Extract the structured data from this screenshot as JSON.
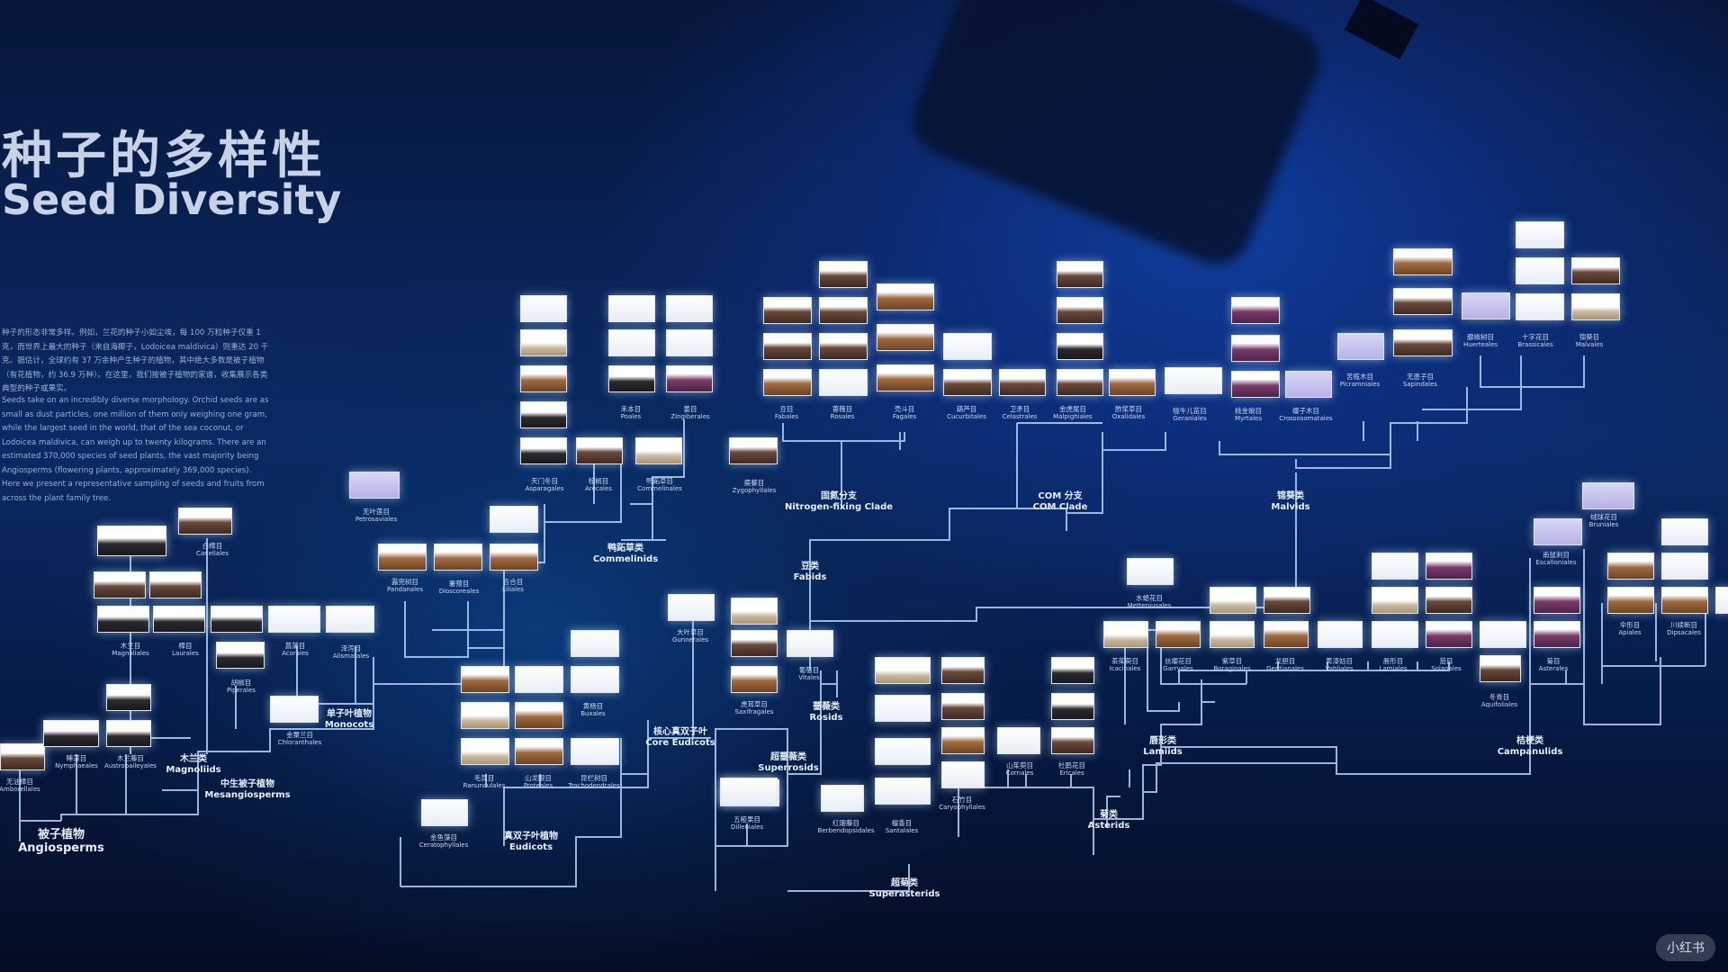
{
  "title": {
    "cn": "种子的多样性",
    "en": "Seed Diversity"
  },
  "intro": {
    "cn": "种子的形态非常多样。例如，兰花的种子小如尘埃，每 100 万粒种子仅重 1 克，而世界上最大的种子（来自海椰子，Lodoicea maldivica）则重达 20 千克。据估计，全球约有 37 万余种产生种子的植物，其中绝大多数是被子植物（有花植物，约 36.9 万种）。在这里，我们按被子植物的家谱，收集展示各类典型的种子或果实。",
    "en": "Seeds take on an incredibly diverse morphology. Orchid seeds are as small as dust particles, one million of them only weighing one gram, while the largest seed in the world, that of the sea coconut, or Lodoicea maldivica, can weigh up to twenty kilograms. There are an estimated 370,000 species of seed plants, the vast majority being Angiosperms (flowering plants, approximately 369,000 species). Here we present a representative sampling of seeds and fruits from across the plant family tree."
  },
  "orders": [
    {
      "id": "amborellales",
      "cn": "无油樟目",
      "en": "Amborellales"
    },
    {
      "id": "nymphaeales",
      "cn": "睡莲目",
      "en": "Nymphaeales"
    },
    {
      "id": "austrobaileyales",
      "cn": "木兰藤目",
      "en": "Austrobaileyales"
    },
    {
      "id": "chloranthales",
      "cn": "金粟兰目",
      "en": "Chloranthales"
    },
    {
      "id": "magnoliales",
      "cn": "木兰目",
      "en": "Magnoliales"
    },
    {
      "id": "laurales",
      "cn": "樟目",
      "en": "Laurales"
    },
    {
      "id": "canellales",
      "cn": "白樟目",
      "en": "Canellales"
    },
    {
      "id": "piperales",
      "cn": "胡椒目",
      "en": "Piperales"
    },
    {
      "id": "acorales",
      "cn": "菖蒲目",
      "en": "Acorales"
    },
    {
      "id": "alismatales",
      "cn": "泽泻目",
      "en": "Alismatales"
    },
    {
      "id": "petrosaviales",
      "cn": "无叶莲目",
      "en": "Petrosaviales"
    },
    {
      "id": "pandanales",
      "cn": "露兜树目",
      "en": "Pandanales"
    },
    {
      "id": "dioscoreales",
      "cn": "薯蓣目",
      "en": "Dioscoreales"
    },
    {
      "id": "liliales",
      "cn": "百合目",
      "en": "Liliales"
    },
    {
      "id": "asparagales",
      "cn": "天门冬目",
      "en": "Asparagales"
    },
    {
      "id": "arecales",
      "cn": "棕榈目",
      "en": "Arecales"
    },
    {
      "id": "commelinales",
      "cn": "鸭跖草目",
      "en": "Commelinales"
    },
    {
      "id": "poales",
      "cn": "禾本目",
      "en": "Poales"
    },
    {
      "id": "zingiberales",
      "cn": "姜目",
      "en": "Zingiberales"
    },
    {
      "id": "ceratophyllales",
      "cn": "金鱼藻目",
      "en": "Ceratophyllales"
    },
    {
      "id": "ranunculales",
      "cn": "毛茛目",
      "en": "Ranunculales"
    },
    {
      "id": "proteales",
      "cn": "山龙眼目",
      "en": "Proteales"
    },
    {
      "id": "trochodendrales",
      "cn": "昆栏树目",
      "en": "Trochodendrales"
    },
    {
      "id": "buxales",
      "cn": "黄杨目",
      "en": "Buxales"
    },
    {
      "id": "gunnerales",
      "cn": "大叶草目",
      "en": "Gunnerales"
    },
    {
      "id": "dilleniales",
      "cn": "五桠果目",
      "en": "Dilleniales"
    },
    {
      "id": "saxifragales",
      "cn": "虎耳草目",
      "en": "Saxifragales"
    },
    {
      "id": "vitales",
      "cn": "葡萄目",
      "en": "Vitales"
    },
    {
      "id": "zygophyllales",
      "cn": "蒺藜目",
      "en": "Zygophyllales"
    },
    {
      "id": "fabales",
      "cn": "豆目",
      "en": "Fabales"
    },
    {
      "id": "rosales",
      "cn": "蔷薇目",
      "en": "Rosales"
    },
    {
      "id": "fagales",
      "cn": "壳斗目",
      "en": "Fagales"
    },
    {
      "id": "cucurbitales",
      "cn": "葫芦目",
      "en": "Cucurbitales"
    },
    {
      "id": "celastrales",
      "cn": "卫矛目",
      "en": "Celastrales"
    },
    {
      "id": "malpighiales",
      "cn": "金虎尾目",
      "en": "Malpighiales"
    },
    {
      "id": "oxalidales",
      "cn": "酢浆草目",
      "en": "Oxalidales"
    },
    {
      "id": "geraniales",
      "cn": "牻牛儿苗目",
      "en": "Geraniales"
    },
    {
      "id": "myrtales",
      "cn": "桃金娘目",
      "en": "Myrtales"
    },
    {
      "id": "crossosomatales",
      "cn": "缨子木目",
      "en": "Crossosomatales"
    },
    {
      "id": "picramniales",
      "cn": "苦榄木目",
      "en": "Picramniales"
    },
    {
      "id": "sapindales",
      "cn": "无患子目",
      "en": "Sapindales"
    },
    {
      "id": "huerteales",
      "cn": "腺椒树目",
      "en": "Huerteales"
    },
    {
      "id": "brassicales",
      "cn": "十字花目",
      "en": "Brassicales"
    },
    {
      "id": "malvales",
      "cn": "锦葵目",
      "en": "Malvales"
    },
    {
      "id": "berberidopsidales",
      "cn": "红珊藤目",
      "en": "Berberidopsidales"
    },
    {
      "id": "santalales",
      "cn": "檀香目",
      "en": "Santalales"
    },
    {
      "id": "caryophyllales",
      "cn": "石竹目",
      "en": "Caryophyllales"
    },
    {
      "id": "cornales",
      "cn": "山茱萸目",
      "en": "Cornales"
    },
    {
      "id": "ericales",
      "cn": "杜鹃花目",
      "en": "Ericales"
    },
    {
      "id": "metteniusales",
      "cn": "水螅花目",
      "en": "Metteniusales"
    },
    {
      "id": "icacinales",
      "cn": "茶茱萸目",
      "en": "Icacinales"
    },
    {
      "id": "garryales",
      "cn": "丝缨花目",
      "en": "Garryales"
    },
    {
      "id": "boraginales",
      "cn": "紫草目",
      "en": "Boraginales"
    },
    {
      "id": "gentianales",
      "cn": "龙胆目",
      "en": "Gentianales"
    },
    {
      "id": "vahliales",
      "cn": "黄漆姑目",
      "en": "Vahliales"
    },
    {
      "id": "lamiales",
      "cn": "唇形目",
      "en": "Lamiales"
    },
    {
      "id": "solanales",
      "cn": "茄目",
      "en": "Solanales"
    },
    {
      "id": "aquifoliales",
      "cn": "冬青目",
      "en": "Aquifoliales"
    },
    {
      "id": "asterales",
      "cn": "菊目",
      "en": "Asterales"
    },
    {
      "id": "escalloniales",
      "cn": "南鼠刺目",
      "en": "Escalloniales"
    },
    {
      "id": "bruniales",
      "cn": "绒球花目",
      "en": "Bruniales"
    },
    {
      "id": "apiales",
      "cn": "伞形目",
      "en": "Apiales"
    },
    {
      "id": "dipsacales",
      "cn": "川续断目",
      "en": "Dipsacales"
    }
  ],
  "groups": [
    {
      "id": "angiosperms",
      "cn": "被子植物",
      "en": "Angiosperms"
    },
    {
      "id": "magnoliids",
      "cn": "木兰类",
      "en": "Magnoliids"
    },
    {
      "id": "mesangiosperms",
      "cn": "中生被子植物",
      "en": "Mesangiosperms"
    },
    {
      "id": "monocots",
      "cn": "单子叶植物",
      "en": "Monocots"
    },
    {
      "id": "commelinids",
      "cn": "鸭跖草类",
      "en": "Commelinids"
    },
    {
      "id": "eudicots",
      "cn": "真双子叶植物",
      "en": "Eudicots"
    },
    {
      "id": "core-eudicots",
      "cn": "核心真双子叶",
      "en": "Core Eudicots"
    },
    {
      "id": "superrosids",
      "cn": "超蔷薇类",
      "en": "Superrosids"
    },
    {
      "id": "rosids",
      "cn": "蔷薇类",
      "en": "Rosids"
    },
    {
      "id": "fabids",
      "cn": "豆类",
      "en": "Fabids"
    },
    {
      "id": "nitrogen-fixing",
      "cn": "固氮分支",
      "en": "Nitrogen-fixing Clade"
    },
    {
      "id": "com-clade",
      "cn": "COM 分支",
      "en": "COM Clade"
    },
    {
      "id": "malvids",
      "cn": "锦葵类",
      "en": "Malvids"
    },
    {
      "id": "superasterids",
      "cn": "超菊类",
      "en": "Superasterids"
    },
    {
      "id": "asterids",
      "cn": "菊类",
      "en": "Asterids"
    },
    {
      "id": "lamiids",
      "cn": "唇形类",
      "en": "Lamiids"
    },
    {
      "id": "campanulids",
      "cn": "桔梗类",
      "en": "Campanulids"
    }
  ],
  "watermark": "小红书"
}
